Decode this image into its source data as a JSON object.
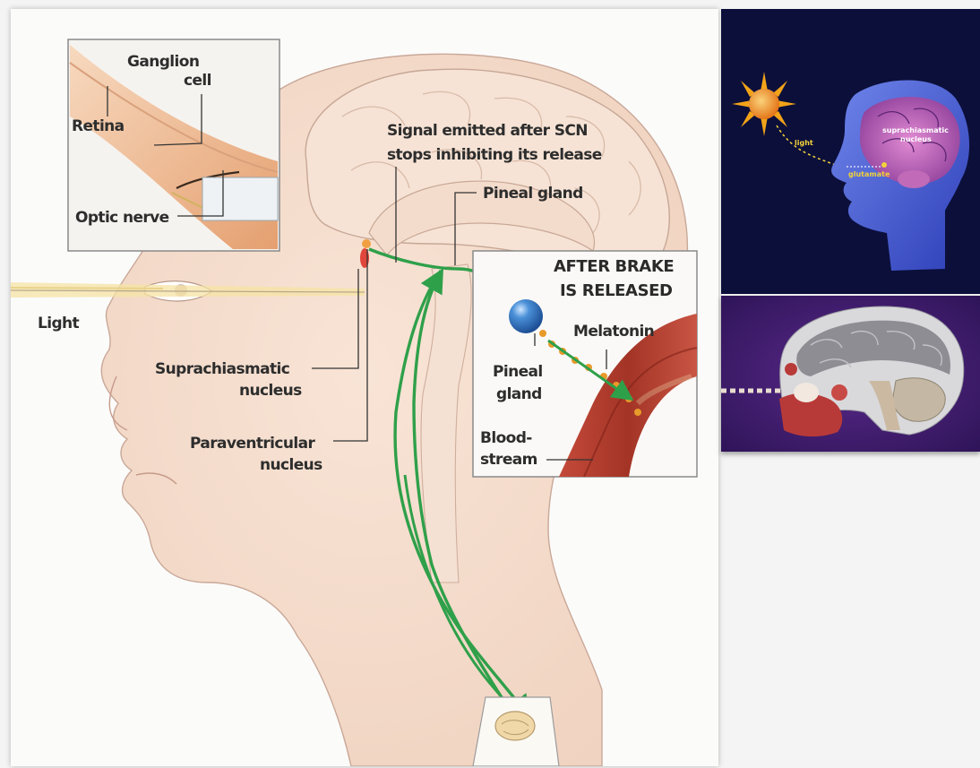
{
  "main_diagram": {
    "inset_labels": {
      "ganglion_line1": "Ganglion",
      "ganglion_line2": "cell",
      "retina": "Retina",
      "optic_nerve": "Optic nerve"
    },
    "light": "Light",
    "signal_line1": "Signal emitted after SCN",
    "signal_line2": "stops inhibiting its release",
    "pineal_gland": "Pineal gland",
    "scn_line1": "Suprachiasmatic",
    "scn_line2": "nucleus",
    "pvn_line1": "Paraventricular",
    "pvn_line2": "nucleus",
    "brake_box": {
      "title_line1": "AFTER BRAKE",
      "title_line2": "IS RELEASED",
      "melatonin": "Melatonin",
      "pineal_line1": "Pineal",
      "pineal_line2": "gland",
      "blood_line1": "Blood-",
      "blood_line2": "stream"
    }
  },
  "side_top": {
    "light": "light",
    "scn_line1": "suprachiasmatic",
    "scn_line2": "nucleus",
    "glutamate": "glutamate"
  },
  "colors": {
    "pathway_green": "#2fa04a",
    "skin": "#f3d6c4",
    "artery_red": "#a8382c",
    "sun": "#f2a319"
  }
}
